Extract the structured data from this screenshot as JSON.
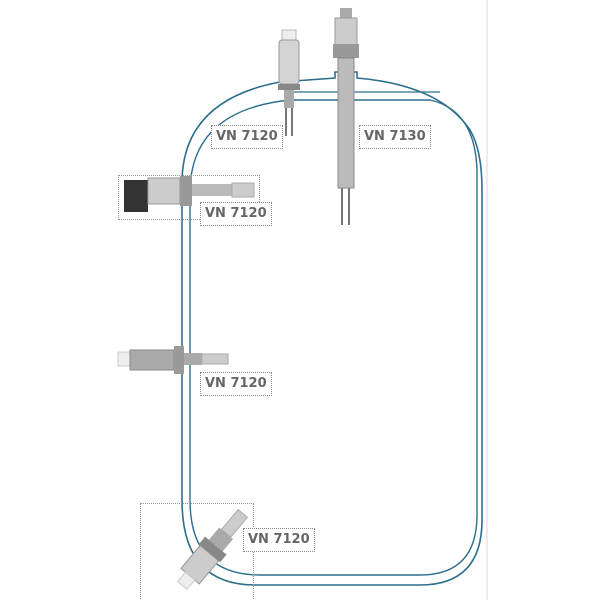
{
  "labels": {
    "top_left": "VN 7120",
    "top_right": "VN 7130",
    "side_upper": "VN 7120",
    "side_middle": "VN 7120",
    "bottom_corner": "VN 7120"
  },
  "colors": {
    "tank_line": "#2e6f8e",
    "label_text": "#666666"
  }
}
